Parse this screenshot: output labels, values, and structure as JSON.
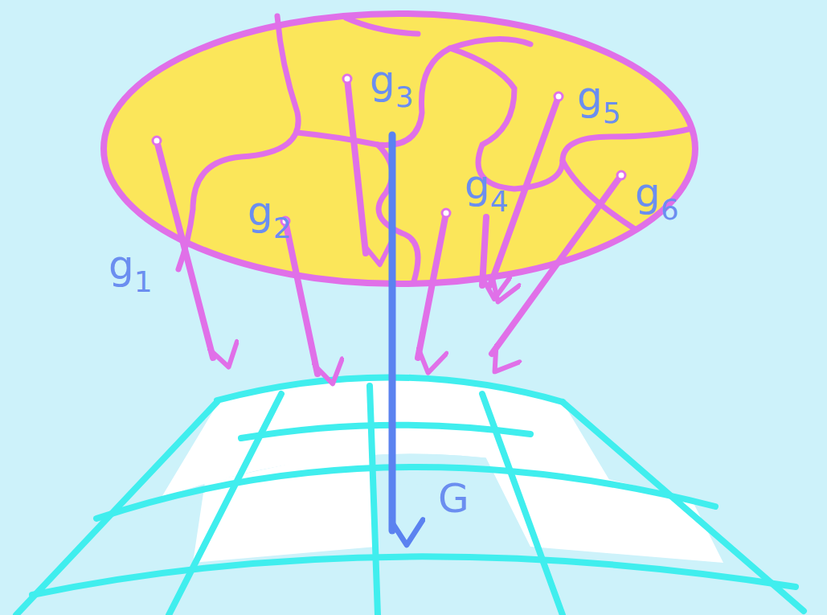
{
  "diagram": {
    "labels": [
      "g1",
      "g2",
      "g3",
      "g4",
      "g5",
      "g6",
      "G"
    ]
  }
}
